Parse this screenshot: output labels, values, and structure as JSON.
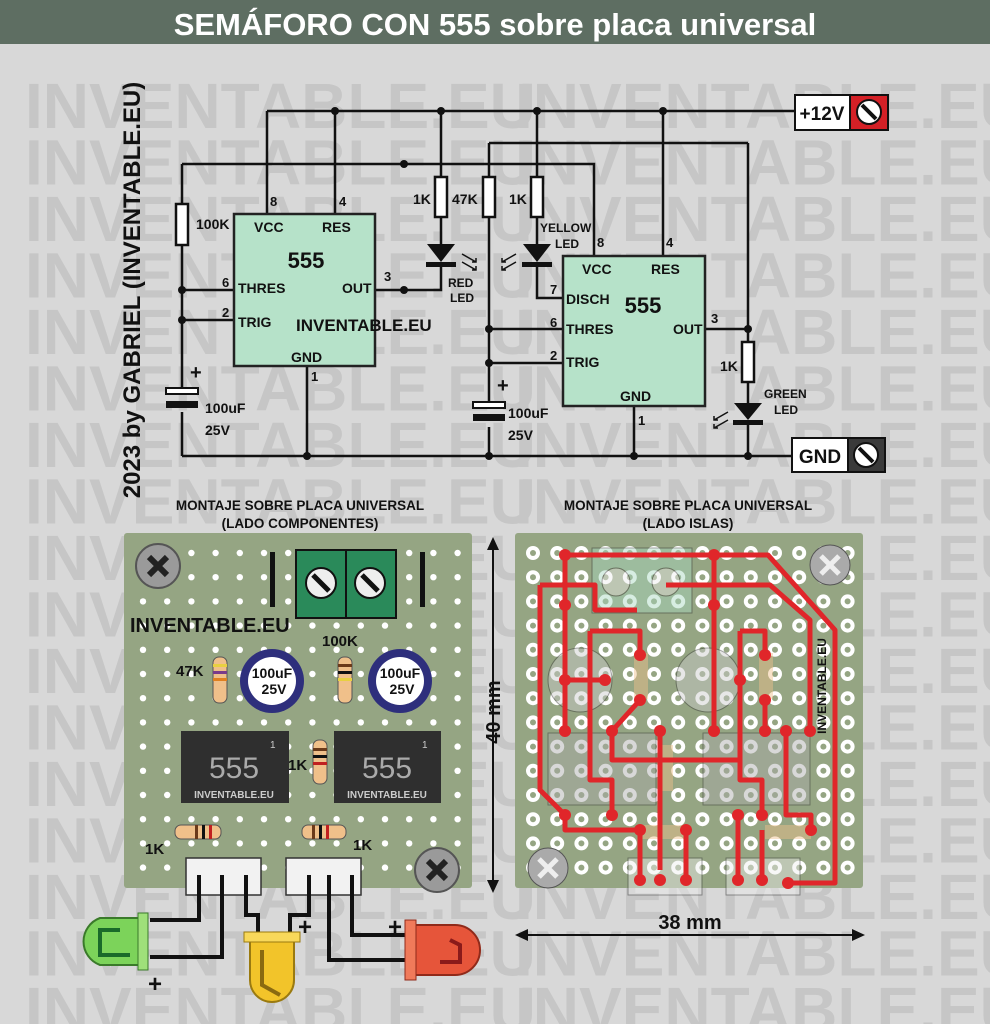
{
  "title": "SEMÁFORO CON 555 sobre placa universal",
  "credit": "2023 by GABRIEL (INVENTABLE.EU)",
  "watermark": "INVENTABLE.EU",
  "schematic": {
    "supply_label": "+12V",
    "ground_label": "GND",
    "chip": {
      "name": "555",
      "vcc": "VCC",
      "res": "RES",
      "thres": "THRES",
      "trig": "TRIG",
      "out": "OUT",
      "gnd": "GND",
      "disch": "DISCH",
      "brand": "INVENTABLE.EU"
    },
    "pins": {
      "p8": "8",
      "p4": "4",
      "p6": "6",
      "p2": "2",
      "p3": "3",
      "p1": "1",
      "p7": "7"
    },
    "r_timing1": "100K",
    "r_timing2": "47K",
    "r_led": "1K",
    "cap_value": "100uF",
    "cap_voltage": "25V",
    "plus": "+",
    "red_led": [
      "RED",
      "LED"
    ],
    "yellow_led": [
      "YELLOW",
      "LED"
    ],
    "green_led": [
      "GREEN",
      "LED"
    ]
  },
  "boards": {
    "left_title": [
      "MONTAJE SOBRE PLACA UNIVERSAL",
      "(LADO COMPONENTES)"
    ],
    "right_title": [
      "MONTAJE SOBRE PLACA UNIVERSAL",
      "(LADO ISLAS)"
    ],
    "brand": "INVENTABLE.EU",
    "cap_value": "100uF",
    "cap_voltage": "25V",
    "r100k": "100K",
    "r47k": "47K",
    "r1k": "1K",
    "chip": "555",
    "pin1": "1",
    "height": "40 mm",
    "width": "38 mm",
    "plus": "+"
  },
  "colors": {
    "title_bar": "#5e6e62",
    "board": "#95a583",
    "trace": "#e0262a",
    "chip": "#b6e2c9"
  }
}
